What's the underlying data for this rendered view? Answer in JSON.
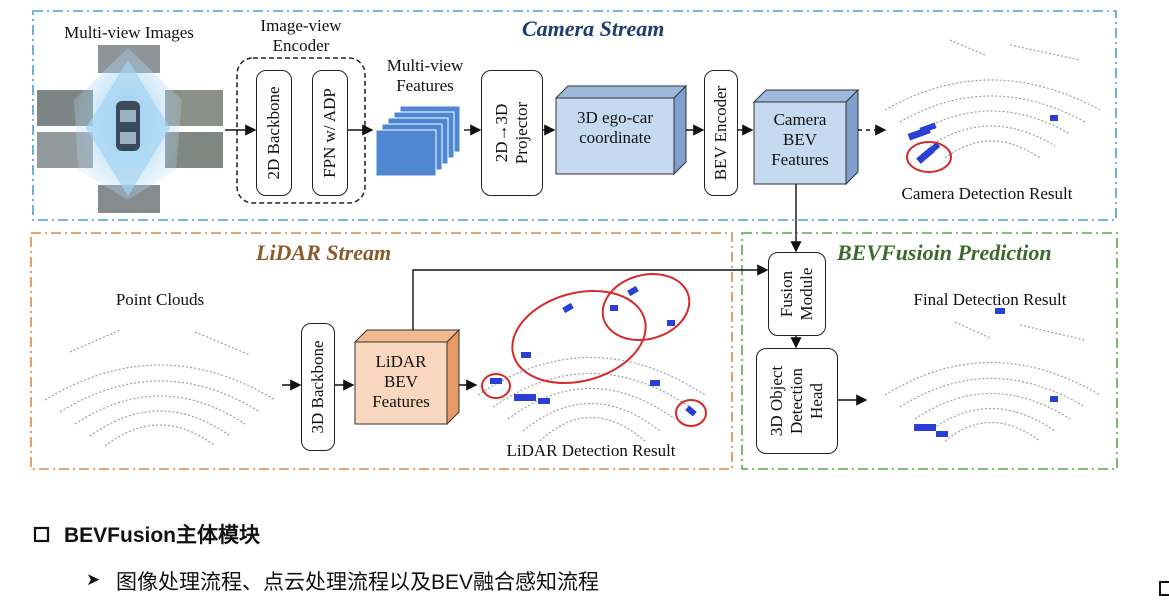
{
  "diagram": {
    "camera_stream": {
      "title": "Camera Stream",
      "multiview_images_label": "Multi-view Images",
      "image_view_encoder_label": "Image-view Encoder",
      "backbone_2d": "2D Backbone",
      "fpn_adp": "FPN w/ ADP",
      "multiview_features_label": "Multi-view Features",
      "projector": "2D→3D Projector",
      "ego_car_coordinate": "3D ego-car coordinate",
      "bev_encoder": "BEV Encoder",
      "camera_bev_features": "Camera BEV Features",
      "camera_detection_result": "Camera Detection Result"
    },
    "lidar_stream": {
      "title": "LiDAR Stream",
      "point_clouds_label": "Point Clouds",
      "backbone_3d": "3D Backbone",
      "lidar_bev_features": "LiDAR BEV Features",
      "lidar_detection_result": "LiDAR Detection Result"
    },
    "fusion": {
      "title": "BEVFusioin Prediction",
      "fusion_module": "Fusion Module",
      "detection_head": "3D Object Detection Head",
      "final_detection_result": "Final Detection Result"
    },
    "colors": {
      "camera_border": "#4a9ed6",
      "lidar_border": "#d98a4a",
      "fusion_border": "#5aa84a",
      "camera_title": "#1f3b73",
      "lidar_title": "#8a5a2a",
      "fusion_title": "#3a6b2a",
      "camera_block": "#c5d9f0",
      "lidar_block": "#f9d8bf",
      "detection_box": "#2a3fd6",
      "highlight_circle": "#d62a2a"
    }
  },
  "slide": {
    "heading": "BEVFusion主体模块",
    "bullet": "图像处理流程、点云处理流程以及BEV融合感知流程",
    "bullet_marker": "➤",
    "heading_marker_icon": "hollow-square-icon",
    "corner_marker_icon": "hollow-square-icon"
  }
}
